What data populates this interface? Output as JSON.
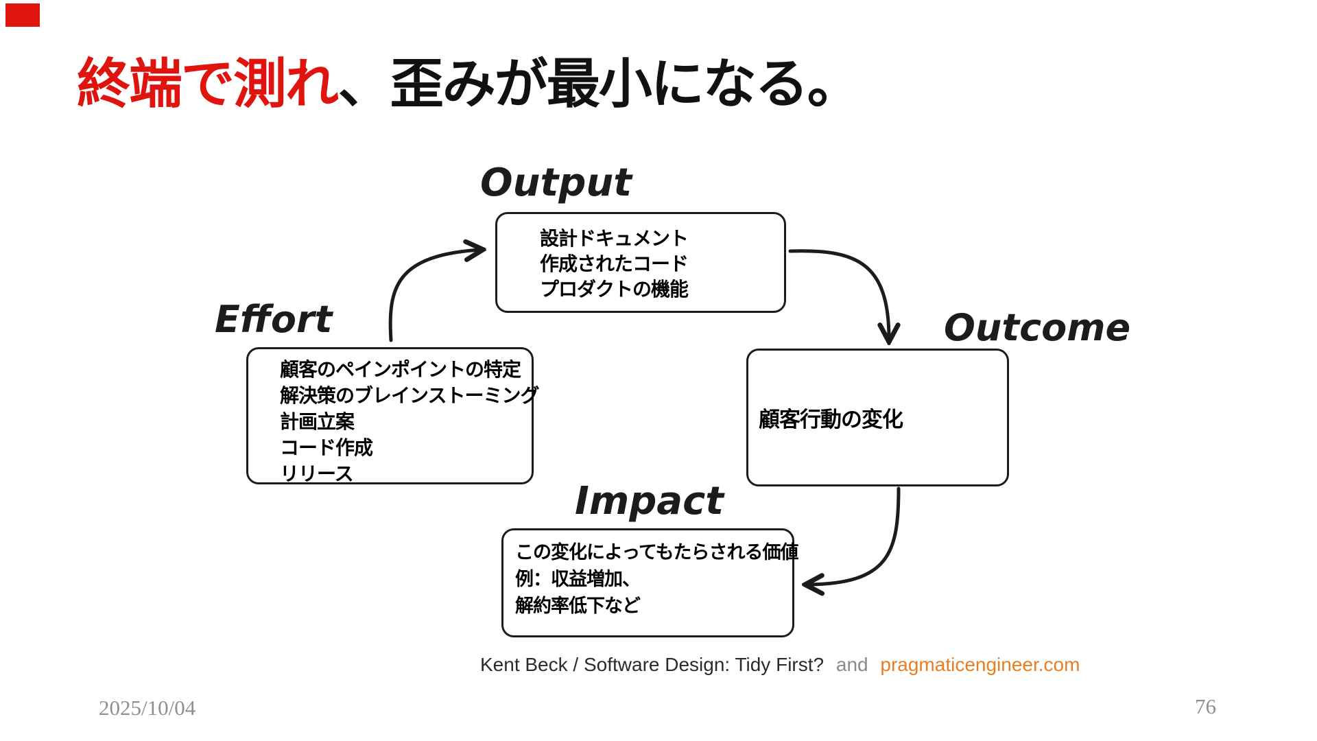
{
  "slide": {
    "title": {
      "red_part": "終端で測れ",
      "black_part": "、歪みが最小になる。"
    },
    "attribution": {
      "source": "Kent Beck / Software Design: Tidy First?",
      "connector": "and",
      "site": "pragmaticengineer.com"
    },
    "footer": {
      "date": "2025/10/04",
      "page_number": "76"
    }
  },
  "diagram": {
    "nodes": [
      {
        "id": "effort",
        "label": "Effort",
        "lines": [
          "顧客のペインポイントの特定",
          "解決策のブレインストーミング",
          "計画立案",
          "コード作成",
          "リリース"
        ]
      },
      {
        "id": "output",
        "label": "Output",
        "lines": [
          "設計ドキュメント",
          "作成されたコード",
          "プロダクトの機能"
        ]
      },
      {
        "id": "outcome",
        "label": "Outcome",
        "lines": [
          "顧客行動の変化"
        ]
      },
      {
        "id": "impact",
        "label": "Impact",
        "lines": [
          "この変化によってもたらされる価値",
          "例：収益増加、",
          "解約率低下など"
        ]
      }
    ],
    "edges": [
      {
        "from": "effort",
        "to": "output"
      },
      {
        "from": "output",
        "to": "outcome"
      },
      {
        "from": "outcome",
        "to": "impact"
      }
    ]
  },
  "colors": {
    "title_red": "#e0140e",
    "accent_orange": "#e87e23",
    "muted_gray": "#8a8a8a",
    "ink": "#1c1c1c"
  }
}
